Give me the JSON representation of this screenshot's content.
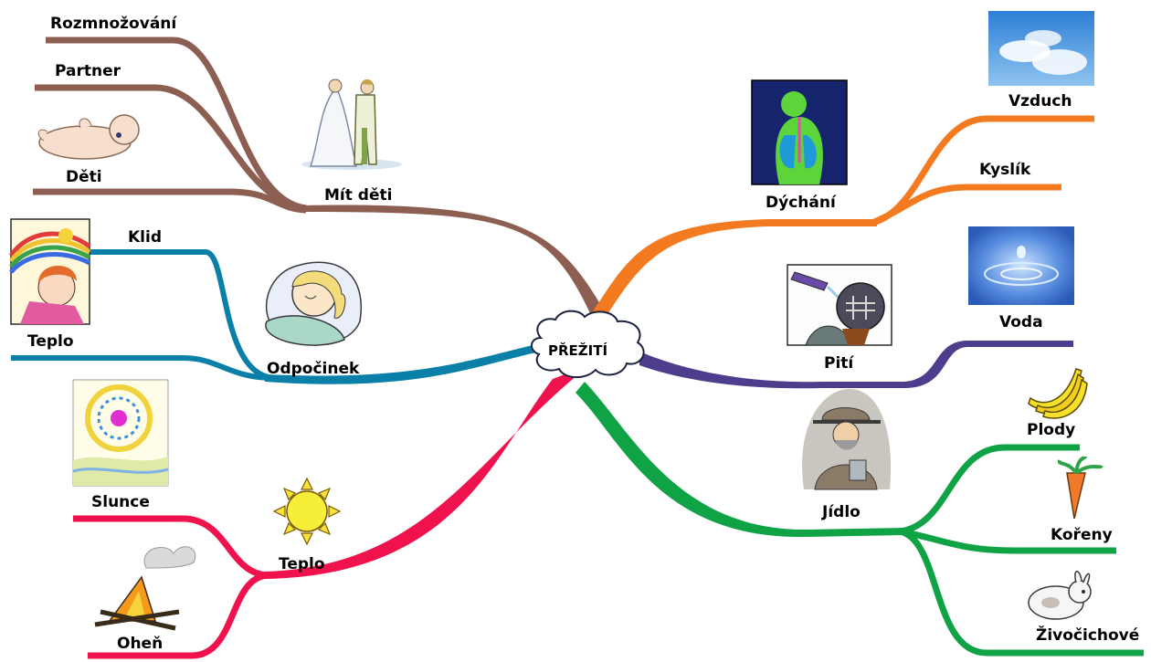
{
  "center": {
    "label": "PŘEŽITÍ"
  },
  "branches": [
    {
      "label": "Mít děti",
      "color": "#8c5f52",
      "picture": "wedding-couple",
      "children": [
        {
          "label": "Rozmnožování",
          "picture": ""
        },
        {
          "label": "Partner",
          "picture": ""
        },
        {
          "label": "Děti",
          "picture": "baby"
        }
      ]
    },
    {
      "label": "Odpočinek",
      "color": "#0a7fa8",
      "picture": "sleeping-woman",
      "children": [
        {
          "label": "Klid",
          "picture": ""
        },
        {
          "label": "Teplo",
          "picture": "resting-girl-rainbow"
        }
      ]
    },
    {
      "label": "Teplo",
      "color": "#f0124d",
      "picture": "sun",
      "children": [
        {
          "label": "Slunce",
          "picture": "sun-landscape"
        },
        {
          "label": "Oheň",
          "picture": "campfire"
        }
      ]
    },
    {
      "label": "Dýchání",
      "color": "#f47a20",
      "picture": "lungs-anatomy",
      "children": [
        {
          "label": "Vzduch",
          "picture": "sky-clouds"
        },
        {
          "label": "Kyslík",
          "picture": ""
        }
      ]
    },
    {
      "label": "Pití",
      "color": "#4d3d8c",
      "picture": "hockey-player-drinking",
      "children": [
        {
          "label": "Voda",
          "picture": "water-drop"
        }
      ]
    },
    {
      "label": "Jídlo",
      "color": "#10a346",
      "picture": "man-eating",
      "children": [
        {
          "label": "Plody",
          "picture": "bananas"
        },
        {
          "label": "Kořeny",
          "picture": "carrot"
        },
        {
          "label": "Živočichové",
          "picture": "rabbit"
        }
      ]
    }
  ]
}
